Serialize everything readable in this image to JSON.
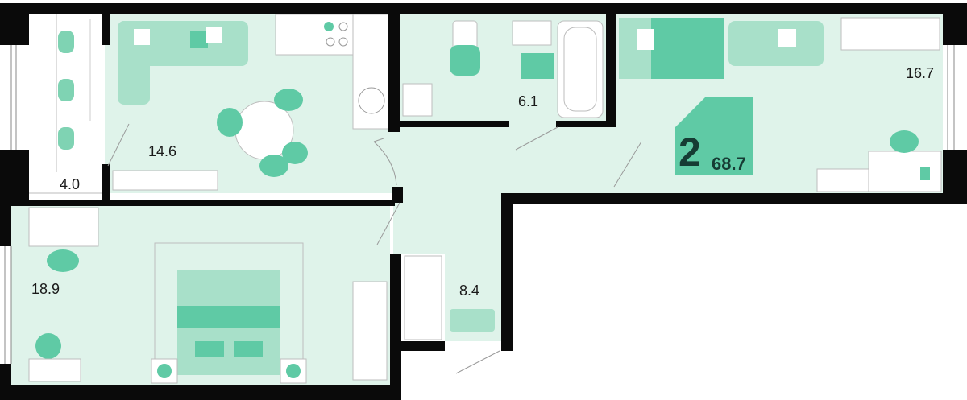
{
  "plan": {
    "rooms_count": "2",
    "total_area": "68.7",
    "room_areas": [
      {
        "id": "loggia",
        "area": "4.0"
      },
      {
        "id": "kitchen-living",
        "area": "14.6"
      },
      {
        "id": "bathroom",
        "area": "6.1"
      },
      {
        "id": "bedroom-1",
        "area": "16.7"
      },
      {
        "id": "bedroom-2",
        "area": "18.9"
      },
      {
        "id": "hallway",
        "area": "8.4"
      }
    ]
  },
  "colors": {
    "wall": "#0a0a0a",
    "floor": "#dff3ea",
    "furniture": "#9fdcc4",
    "accent": "#5fcaa5",
    "badge": "#5fcaa5",
    "badge_text": "#163c34"
  }
}
